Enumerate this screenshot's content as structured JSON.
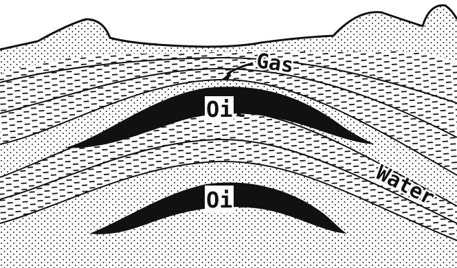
{
  "diagram": {
    "labels": {
      "gas": "Gas",
      "oil_upper": "Oil",
      "oil_lower": "Oil",
      "water": "Water"
    },
    "colors": {
      "ink": "#111111",
      "paper": "#ffffff"
    }
  }
}
